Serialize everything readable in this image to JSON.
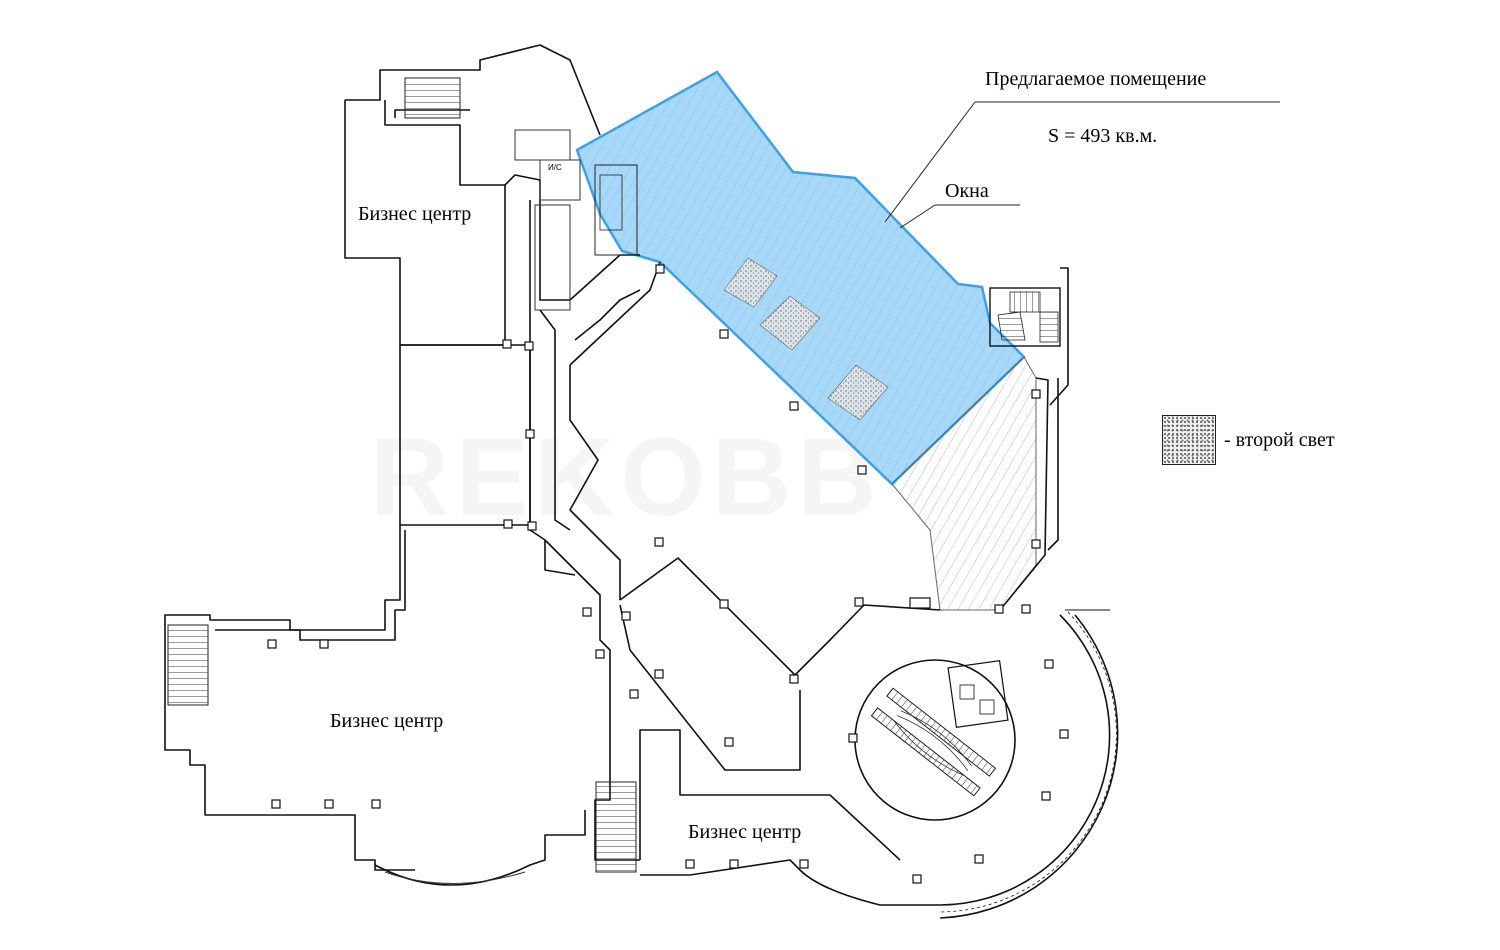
{
  "callout": {
    "title": "Предлагаемое помещение",
    "area": "S = 493 кв.м.",
    "windows": "Окна"
  },
  "rooms": {
    "bc_top": "Бизнес центр",
    "bc_left": "Бизнес центр",
    "bc_bottom": "Бизнес центр",
    "wc": "И/С"
  },
  "legend": {
    "text": "- второй свет"
  },
  "watermark": "REKO⁠BB",
  "colors": {
    "highlight_fill": "#a8d8f8",
    "highlight_stroke": "#3aa0e8",
    "hatch": "#9a9a9a",
    "wall": "#111111"
  },
  "icons": {
    "legend": "stipple-pattern-swatch"
  }
}
